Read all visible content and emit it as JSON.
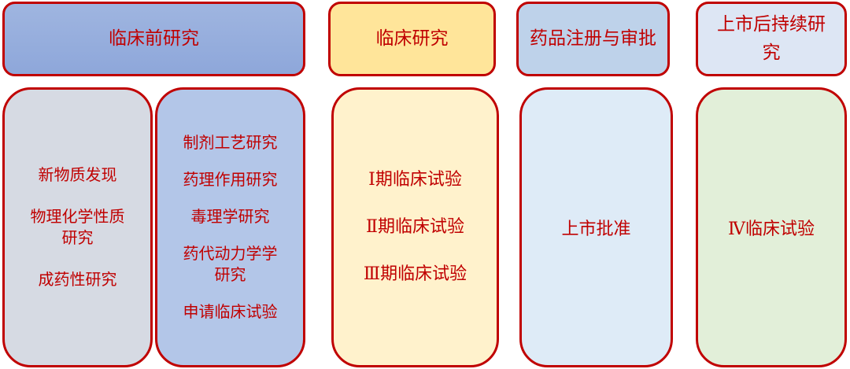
{
  "headers": {
    "preclinical": "临床前研究",
    "clinical": "临床研究",
    "registration": "药品注册与审批",
    "post_market": "上市后持续研究"
  },
  "preclinical_left": {
    "items": [
      "新物质发现",
      "物理化学性质研究",
      "成药性研究"
    ]
  },
  "preclinical_right": {
    "items": [
      "制剂工艺研究",
      "药理作用研究",
      "毒理学研究",
      "药代动力学学研究",
      "申请临床试验"
    ]
  },
  "clinical": {
    "items": [
      "Ⅰ期临床试验",
      "Ⅱ期临床试验",
      "Ⅲ期临床试验"
    ]
  },
  "registration": {
    "label": "上市批准"
  },
  "post_market": {
    "label": "Ⅳ临床试验"
  },
  "colors": {
    "border": "#c00000",
    "text": "#c00000",
    "preclinical_header": "#8ea7da",
    "clinical_header": "#ffe59a",
    "registration_header": "#bed2ea",
    "post_market_header": "#dde6f4",
    "preclinical_left_fill": "#d6dae3",
    "preclinical_right_fill": "#b3c6e8",
    "clinical_fill": "#fff2cc",
    "registration_fill": "#deebf7",
    "post_market_fill": "#e2efd9"
  }
}
